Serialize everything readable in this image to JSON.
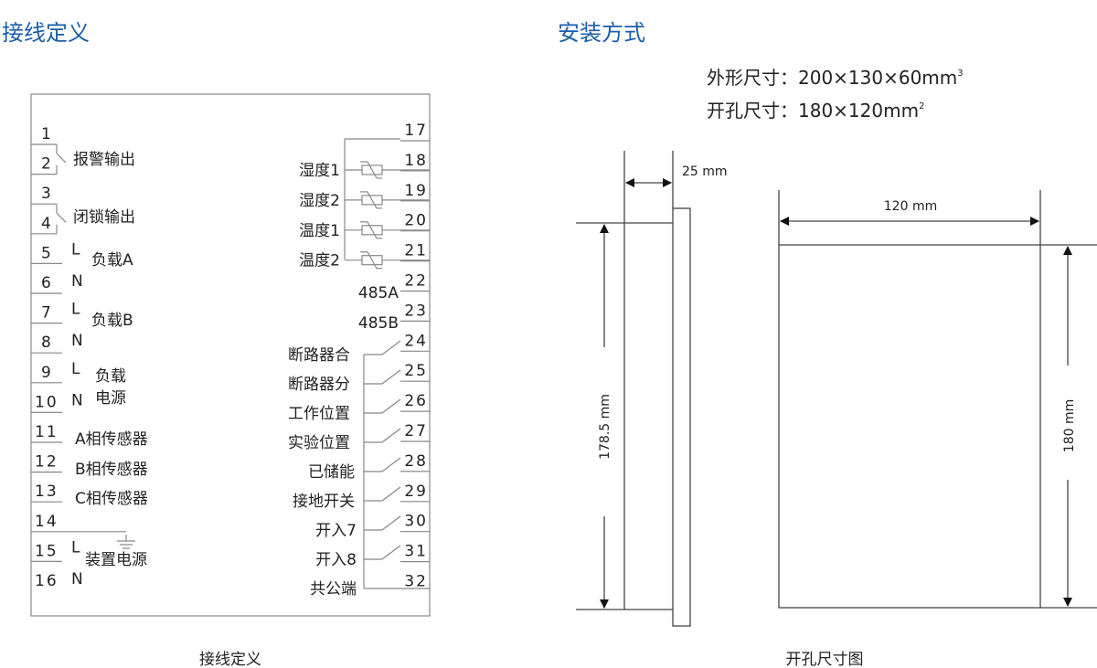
{
  "headings": {
    "wiring": "接线定义",
    "install": "安装方式"
  },
  "specs": {
    "outer": "外形尺寸：200×130×60mm",
    "outer_sup": "3",
    "cutout": "开孔尺寸：180×120mm",
    "cutout_sup": "2"
  },
  "left_terminals": [
    "1",
    "2",
    "3",
    "4",
    "5",
    "6",
    "7",
    "8",
    "9",
    "10",
    "11",
    "12",
    "13",
    "14",
    "15",
    "16"
  ],
  "left_labels": {
    "alarm": "报警输出",
    "lock": "闭锁输出",
    "loadA": "负载A",
    "loadB": "负载B",
    "load_power_1": "负载",
    "load_power_2": "电源",
    "sensorA": "A相传感器",
    "sensorB": "B相传感器",
    "sensorC": "C相传感器",
    "device_power": "装置电源",
    "L": "L",
    "N": "N"
  },
  "right_terminals": [
    "17",
    "18",
    "19",
    "20",
    "21",
    "22",
    "23",
    "24",
    "25",
    "26",
    "27",
    "28",
    "29",
    "30",
    "31",
    "32"
  ],
  "sensor_labels": [
    "湿度1",
    "湿度2",
    "温度1",
    "温度2"
  ],
  "rs485_labels": [
    "485A",
    "485B"
  ],
  "input_labels": [
    "断路器合",
    "断路器分",
    "工作位置",
    "实验位置",
    "已储能",
    "接地开关",
    "开入7",
    "开入8",
    "共公端"
  ],
  "dimensions": {
    "depth": "25 mm",
    "height": "178.5 mm",
    "cut_width": "120 mm",
    "cut_height": "180 mm"
  },
  "captions": {
    "wiring": "接线定义",
    "cutout": "开孔尺寸图"
  }
}
